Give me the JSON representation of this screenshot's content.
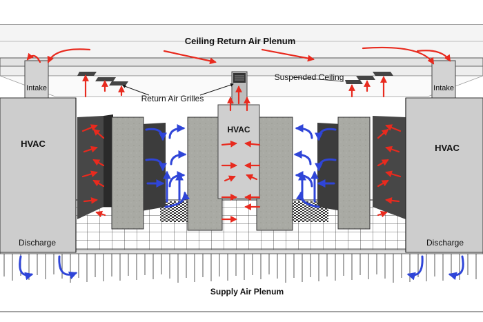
{
  "labels": {
    "ceiling_plenum": "Ceiling Return Air Plenum",
    "suspended_ceiling": "Suspended Ceiling",
    "return_grilles": "Return Air Grilles",
    "intake_left": "Intake",
    "intake_right": "Intake",
    "hvac_left": "HVAC",
    "hvac_center": "HVAC",
    "hvac_right": "HVAC",
    "discharge_left": "Discharge",
    "discharge_right": "Discharge",
    "supply_plenum": "Supply Air Plenum"
  },
  "colors": {
    "return_air": "#e82a1e",
    "supply_air": "#2f45d8",
    "unit_fill": "#c9c9c9",
    "rack_fill": "#a8a8a4",
    "rack_dark": "#3a3a3a",
    "floor_line": "#222222",
    "label_text": "#111111"
  },
  "icons": {
    "return_arrow": "red-arrow-icon",
    "supply_arrow": "blue-arrow-icon",
    "grille": "vent-grille-icon"
  }
}
